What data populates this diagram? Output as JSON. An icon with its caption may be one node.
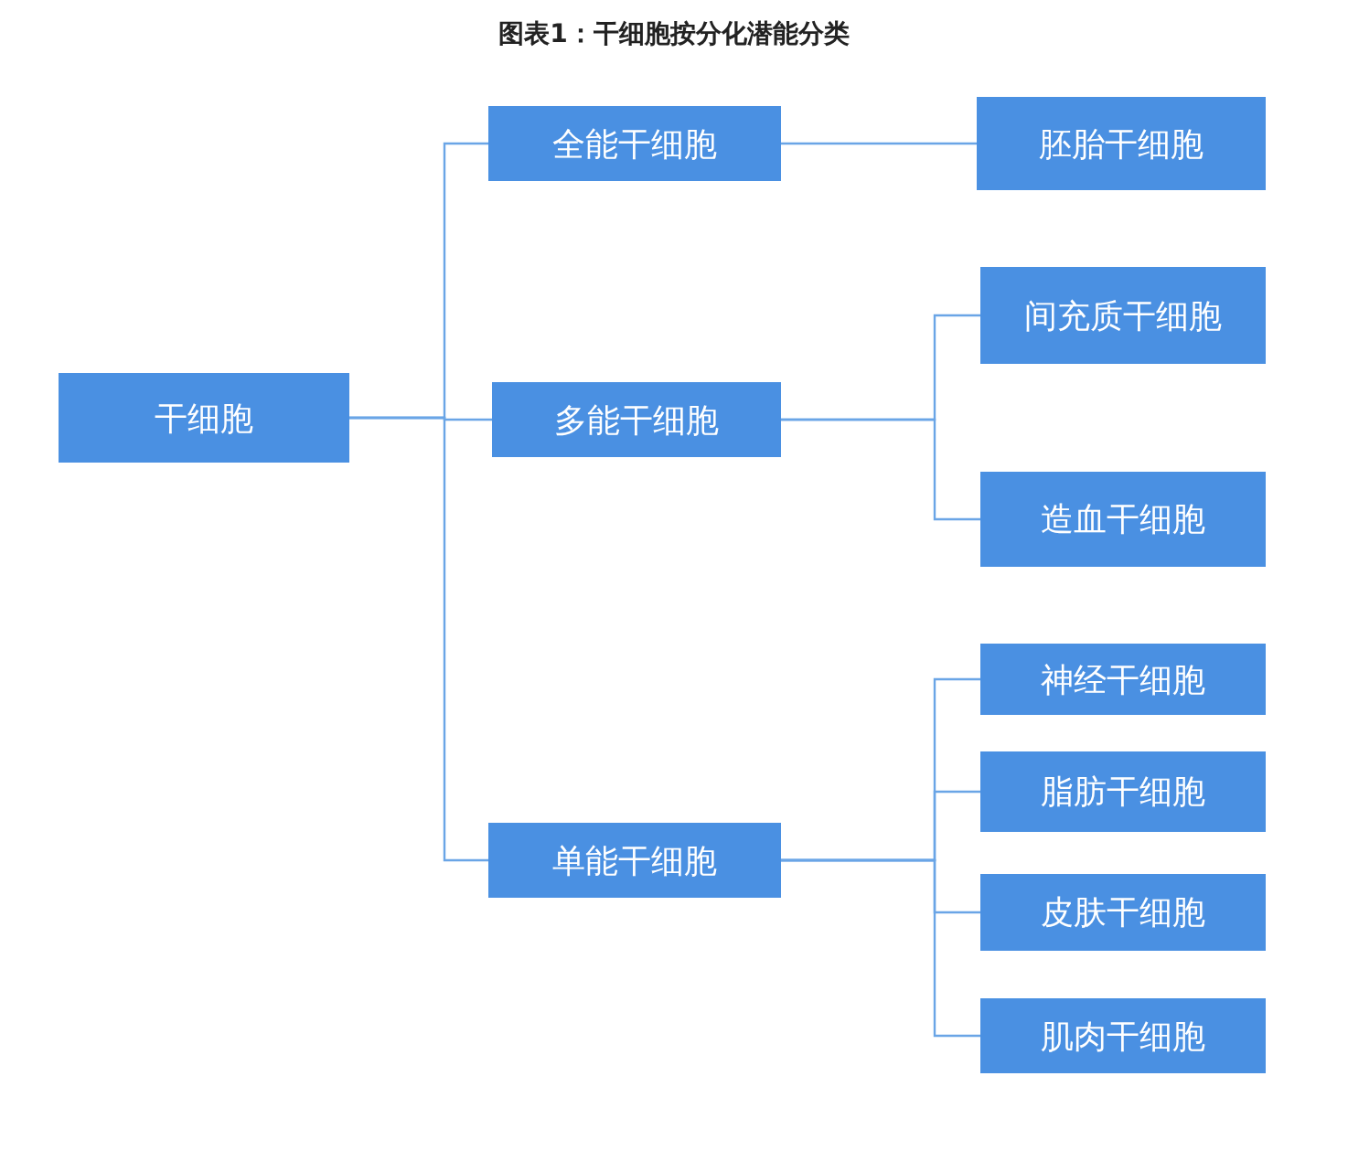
{
  "diagram": {
    "title": "图表1：干细胞按分化潜能分类",
    "nodes": [
      {
        "text": [
          "干细胞"
        ]
      },
      {
        "text": [
          "全能干细胞"
        ]
      },
      {
        "text": [
          "胚胎干细胞"
        ]
      },
      {
        "text": [
          "多能干细胞"
        ]
      },
      {
        "text": [
          "间充质干细胞"
        ]
      },
      {
        "text": [
          "造血干细胞"
        ]
      },
      {
        "text": [
          "单能干细胞"
        ]
      },
      {
        "text": [
          "神经干细胞"
        ]
      },
      {
        "text": [
          "脂肪干细胞"
        ]
      },
      {
        "text": [
          "皮肤干细胞"
        ]
      },
      {
        "text": [
          "肌肉干细胞"
        ]
      }
    ],
    "edges": [
      {
        "from": 0,
        "to": 1,
        "arrow": "none"
      },
      {
        "from": 0,
        "to": 3,
        "arrow": "none"
      },
      {
        "from": 0,
        "to": 6,
        "arrow": "none"
      },
      {
        "from": 1,
        "to": 2,
        "arrow": "none"
      },
      {
        "from": 3,
        "to": 4,
        "arrow": "none"
      },
      {
        "from": 3,
        "to": 5,
        "arrow": "none"
      },
      {
        "from": 6,
        "to": 7,
        "arrow": "none"
      },
      {
        "from": 6,
        "to": 8,
        "arrow": "none"
      },
      {
        "from": 6,
        "to": 9,
        "arrow": "none"
      },
      {
        "from": 6,
        "to": 10,
        "arrow": "none"
      }
    ]
  }
}
